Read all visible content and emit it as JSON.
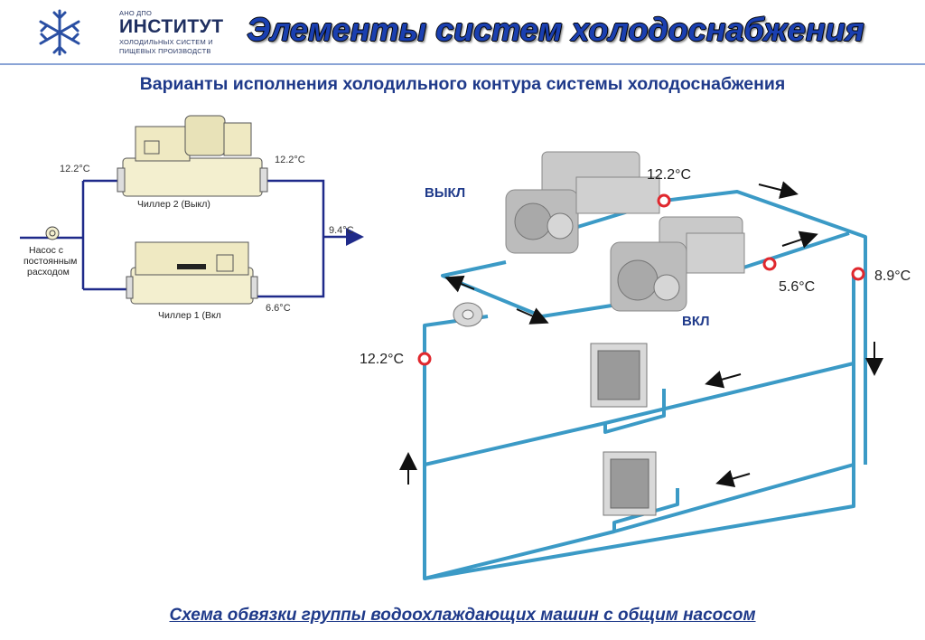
{
  "header": {
    "logo_line1": "АНО ДПО",
    "logo_line2": "ИНСТИТУТ",
    "logo_line3": "ХОЛОДИЛЬНЫХ СИСТЕМ И",
    "logo_line4": "ПИЩЕВЫХ ПРОИЗВОДСТВ",
    "title": "Элементы систем холодоснабжения"
  },
  "subtitle": "Варианты исполнения холодильного контура системы холодоснабжения",
  "left_diagram": {
    "temp_in_top": "12.2°C",
    "temp_out_top": "12.2°C",
    "temp_mix": "9.4°C",
    "temp_out_bottom": "6.6°C",
    "chiller2_label": "Чиллер 2 (Выкл)",
    "chiller1_label": "Чиллер 1 (Вкл",
    "pump_label_1": "Насос с",
    "pump_label_2": "постоянным",
    "pump_label_3": "расходом"
  },
  "right_diagram": {
    "state_off": "ВЫКЛ",
    "state_on": "ВКЛ",
    "temp_top": "12.2°C",
    "temp_on_out": "5.6°C",
    "temp_supply": "8.9°C",
    "temp_return": "12.2°C",
    "pipe_color": "#3b9ac6",
    "sensor_color": "#e0282e"
  },
  "caption": "Схема обвязки группы водоохлаждающих машин с общим насосом"
}
